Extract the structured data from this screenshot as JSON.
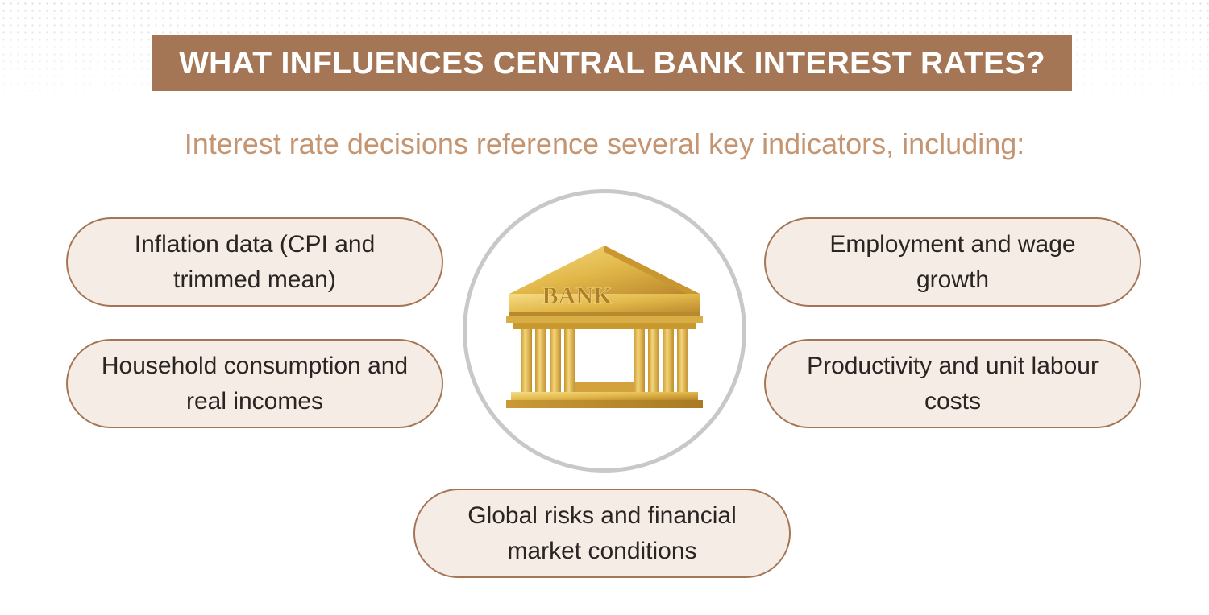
{
  "title": "WHAT INFLUENCES CENTRAL BANK INTEREST RATES?",
  "subtitle": "Interest rate decisions reference several key indicators, including:",
  "center": {
    "icon": "bank-building-icon",
    "sign_text": "BANK"
  },
  "indicators": [
    "Inflation data (CPI and trimmed mean)",
    "Household consumption and real incomes",
    "Employment and wage growth",
    "Productivity and unit labour costs",
    "Global risks and financial market conditions"
  ],
  "colors": {
    "banner": "#a57655",
    "subtitle": "#c49570",
    "pill_fill": "#f5ece5",
    "pill_border": "#a57655",
    "circle_border": "#c8c8c8",
    "gold": "#e2b84a"
  }
}
